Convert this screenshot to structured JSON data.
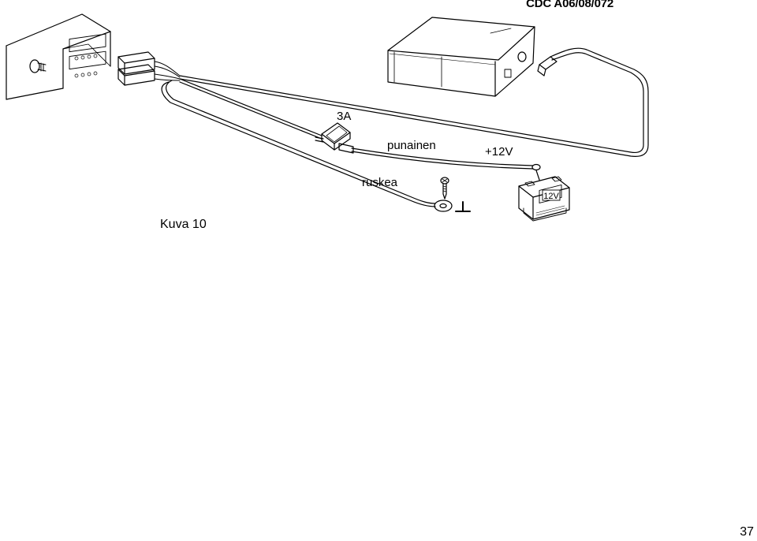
{
  "header": {
    "model": "CDC A06/08/072"
  },
  "labels": {
    "fuse_rating": "3A",
    "red_wire": "punainen",
    "positive": "+12V",
    "brown_wire": "ruskea",
    "battery": "12V"
  },
  "caption": "Kuva 10",
  "page_number": "37"
}
